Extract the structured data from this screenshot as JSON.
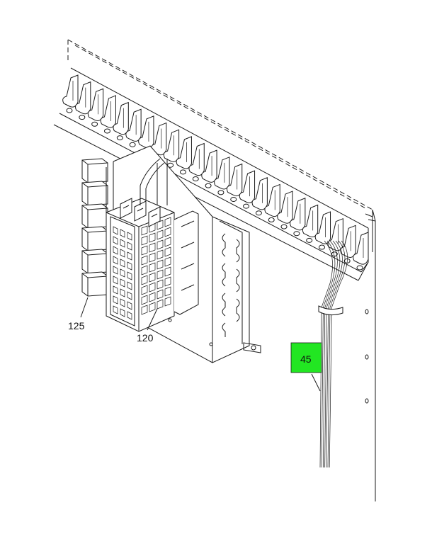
{
  "callouts": [
    {
      "id": "125",
      "text": "125",
      "highlighted": false
    },
    {
      "id": "120",
      "text": "120",
      "highlighted": false
    },
    {
      "id": "45",
      "text": "45",
      "highlighted": true
    }
  ],
  "colors": {
    "line": "#1a1a1a",
    "highlight": "#22e622",
    "background": "#ffffff"
  }
}
